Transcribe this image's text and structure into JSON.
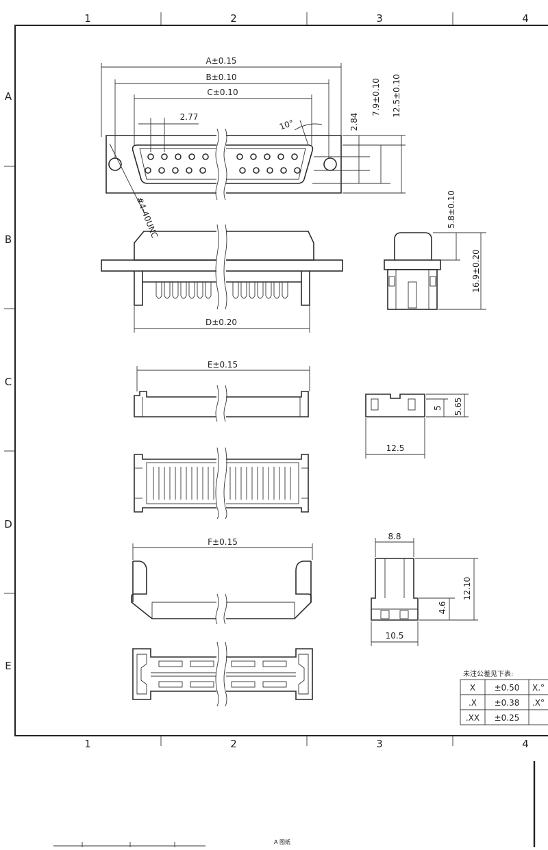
{
  "zones": {
    "columns": [
      "1",
      "2",
      "3",
      "4"
    ],
    "rows": [
      "A",
      "B",
      "C",
      "D",
      "E"
    ]
  },
  "dimensions": {
    "a": "A±0.15",
    "b": "B±0.10",
    "c": "C±0.10",
    "pitch": "2.77",
    "angle": "10°",
    "h284": "2.84",
    "h79": "7.9±0.10",
    "h125": "12.5±0.10",
    "thread": "#4-40UNC",
    "h58": "5.8±0.10",
    "h169": "16.9±0.20",
    "d": "D±0.20",
    "e": "E±0.15",
    "h5": "5",
    "h565": "5.65",
    "w125": "12.5",
    "f": "F±0.15",
    "w88": "8.8",
    "h1210": "12.10",
    "h46": "4.6",
    "w105": "10.5"
  },
  "tolerance_table": {
    "title": "未注公差见下表:",
    "rows": [
      [
        "X",
        "±0.50",
        "X.°"
      ],
      [
        ".X",
        "±0.38",
        ".X°"
      ],
      [
        ".XX",
        "±0.25",
        ""
      ]
    ]
  },
  "title_block_text": "A 图纸"
}
